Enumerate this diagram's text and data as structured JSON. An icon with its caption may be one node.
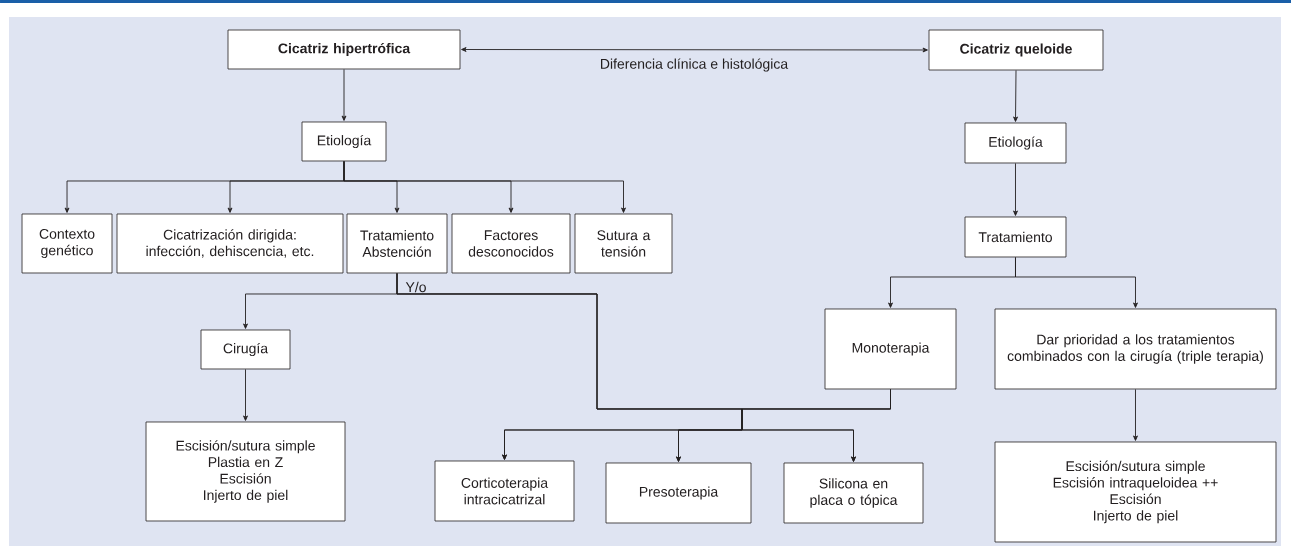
{
  "diagram": {
    "nodes": [
      {
        "text": [
          "Cicatriz hipertrófica"
        ]
      },
      {
        "text": [
          "Cicatriz queloide"
        ]
      },
      {
        "text": [
          "Etiología"
        ]
      },
      {
        "text": [
          "Contexto genético"
        ]
      },
      {
        "text": [
          "Cicatrización dirigida: infección, dehiscencia, etc."
        ]
      },
      {
        "text": [
          "Tratamiento Abstención"
        ]
      },
      {
        "text": [
          "Factores desconocidos"
        ]
      },
      {
        "text": [
          "Sutura a tensión"
        ]
      },
      {
        "text": [
          "Cirugía"
        ]
      },
      {
        "text": [
          "Escisión/sutura simple",
          "Plastia en Z",
          "Escisión",
          "Injerto de piel"
        ]
      },
      {
        "text": [
          "Corticoterapia intracicatrizal"
        ]
      },
      {
        "text": [
          "Presoterapia"
        ]
      },
      {
        "text": [
          "Silicona en placa o tópica"
        ]
      },
      {
        "text": [
          "Etiología"
        ]
      },
      {
        "text": [
          "Tratamiento"
        ]
      },
      {
        "text": [
          "Monoterapia"
        ]
      },
      {
        "text": [
          "Dar prioridad a los tratamientos combinados con la cirugía (triple terapia)"
        ]
      },
      {
        "text": [
          "Escisión/sutura simple",
          "Escisión intraqueloidea ++",
          "Escisión",
          "Injerto de piel"
        ]
      }
    ],
    "edges": [
      {
        "from": 0,
        "to": 1,
        "arrow": "both",
        "label": "Diferencia clínica e histológica"
      },
      {
        "from": 0,
        "to": 2,
        "arrow": "to"
      },
      {
        "from": 2,
        "to": 3,
        "arrow": "to"
      },
      {
        "from": 2,
        "to": 4,
        "arrow": "to"
      },
      {
        "from": 2,
        "to": 5,
        "arrow": "to"
      },
      {
        "from": 2,
        "to": 6,
        "arrow": "to"
      },
      {
        "from": 2,
        "to": 7,
        "arrow": "to"
      },
      {
        "from": 5,
        "to": 8,
        "arrow": "to",
        "label": "Y/o"
      },
      {
        "from": 8,
        "to": 9,
        "arrow": "to"
      },
      {
        "from": 5,
        "to": 10,
        "arrow": "to"
      },
      {
        "from": 5,
        "to": 11,
        "arrow": "to"
      },
      {
        "from": 5,
        "to": 12,
        "arrow": "to"
      },
      {
        "from": 15,
        "to": 10,
        "arrow": "to"
      },
      {
        "from": 15,
        "to": 11,
        "arrow": "to"
      },
      {
        "from": 15,
        "to": 12,
        "arrow": "to"
      },
      {
        "from": 1,
        "to": 13,
        "arrow": "to"
      },
      {
        "from": 13,
        "to": 14,
        "arrow": "to"
      },
      {
        "from": 14,
        "to": 15,
        "arrow": "to"
      },
      {
        "from": 14,
        "to": 16,
        "arrow": "to"
      },
      {
        "from": 16,
        "to": 17,
        "arrow": "to"
      }
    ]
  }
}
